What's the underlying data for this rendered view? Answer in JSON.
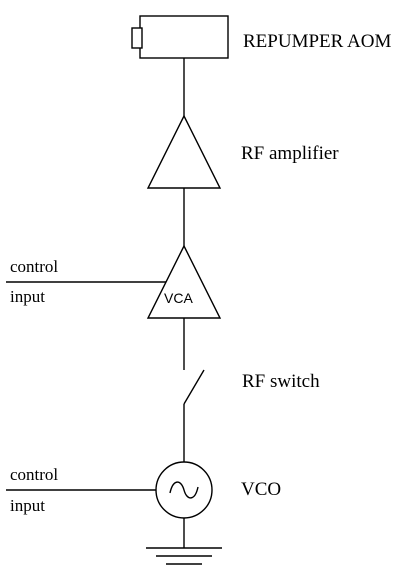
{
  "diagram": {
    "labels": {
      "aom": "REPUMPER AOM",
      "amplifier": "RF amplifier",
      "vca": "VCA",
      "switch": "RF switch",
      "vco": "VCO",
      "vca_control_line1": "control",
      "vca_control_line2": "input",
      "vco_control_line1": "control",
      "vco_control_line2": "input"
    }
  }
}
